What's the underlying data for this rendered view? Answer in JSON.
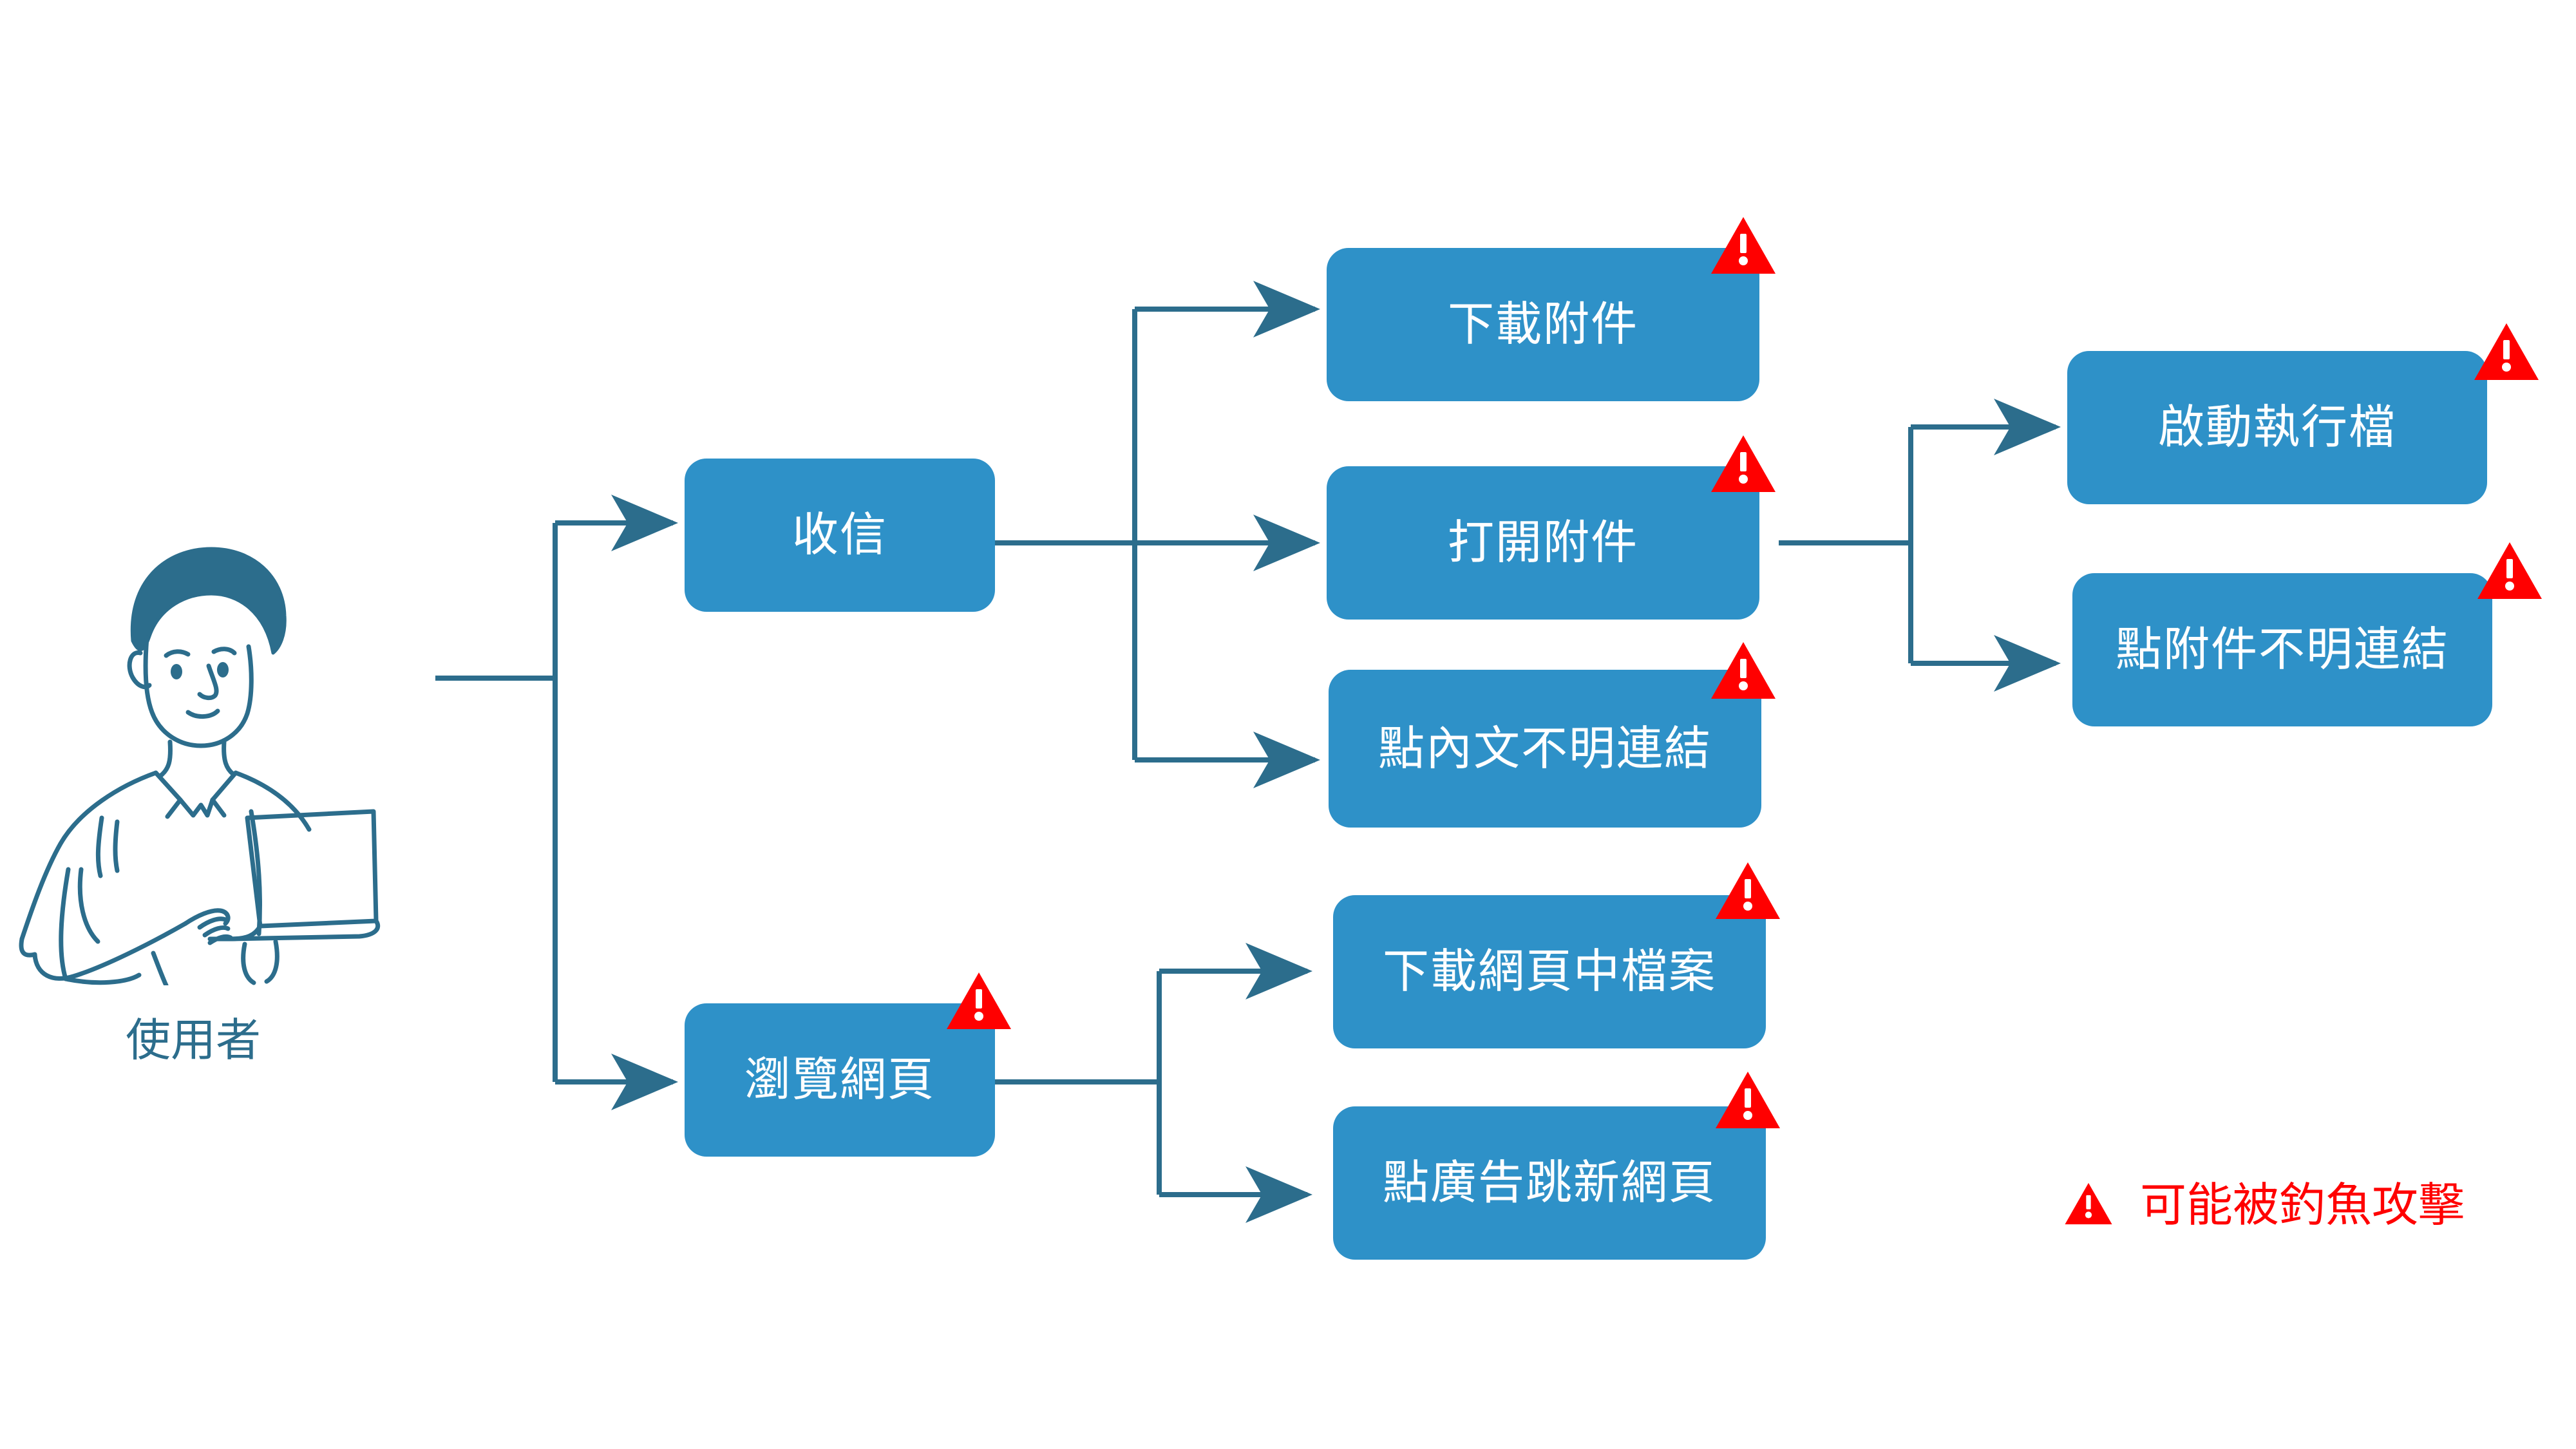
{
  "diagram": {
    "title_text": "",
    "colors": {
      "node_fill": "#2E91C8",
      "node_text": "#FFFFFF",
      "connector": "#2C6D8C",
      "warning_red": "#FF0000",
      "caption_text": "#2C6D8C",
      "background": "#FFFFFF"
    },
    "actor": {
      "caption": "使用者",
      "icon_name": "person-with-laptop-illustration"
    },
    "legend": {
      "icon_name": "warning-triangle-icon",
      "text": "可能被釣魚攻擊"
    },
    "nodes": [
      {
        "id": "receive-mail",
        "label": "收信",
        "warning": false,
        "column": 1
      },
      {
        "id": "browse-web",
        "label": "瀏覽網頁",
        "warning": true,
        "column": 1
      },
      {
        "id": "download-attachment",
        "label": "下載附件",
        "warning": true,
        "column": 2
      },
      {
        "id": "open-attachment",
        "label": "打開附件",
        "warning": true,
        "column": 2
      },
      {
        "id": "click-body-link",
        "label": "點內文不明連結",
        "warning": true,
        "column": 2
      },
      {
        "id": "download-web-file",
        "label": "下載網頁中檔案",
        "warning": true,
        "column": 2
      },
      {
        "id": "click-ad-new-page",
        "label": "點廣告跳新網頁",
        "warning": true,
        "column": 2
      },
      {
        "id": "launch-executable",
        "label": "啟動執行檔",
        "warning": true,
        "column": 3
      },
      {
        "id": "click-attachment-link",
        "label": "點附件不明連結",
        "warning": true,
        "column": 3
      }
    ],
    "edges": [
      {
        "from": "使用者",
        "to": "收信"
      },
      {
        "from": "使用者",
        "to": "瀏覽網頁"
      },
      {
        "from": "收信",
        "to": "下載附件"
      },
      {
        "from": "收信",
        "to": "打開附件"
      },
      {
        "from": "收信",
        "to": "點內文不明連結"
      },
      {
        "from": "打開附件",
        "to": "啟動執行檔"
      },
      {
        "from": "打開附件",
        "to": "點附件不明連結"
      },
      {
        "from": "瀏覽網頁",
        "to": "下載網頁中檔案"
      },
      {
        "from": "瀏覽網頁",
        "to": "點廣告跳新網頁"
      }
    ]
  }
}
